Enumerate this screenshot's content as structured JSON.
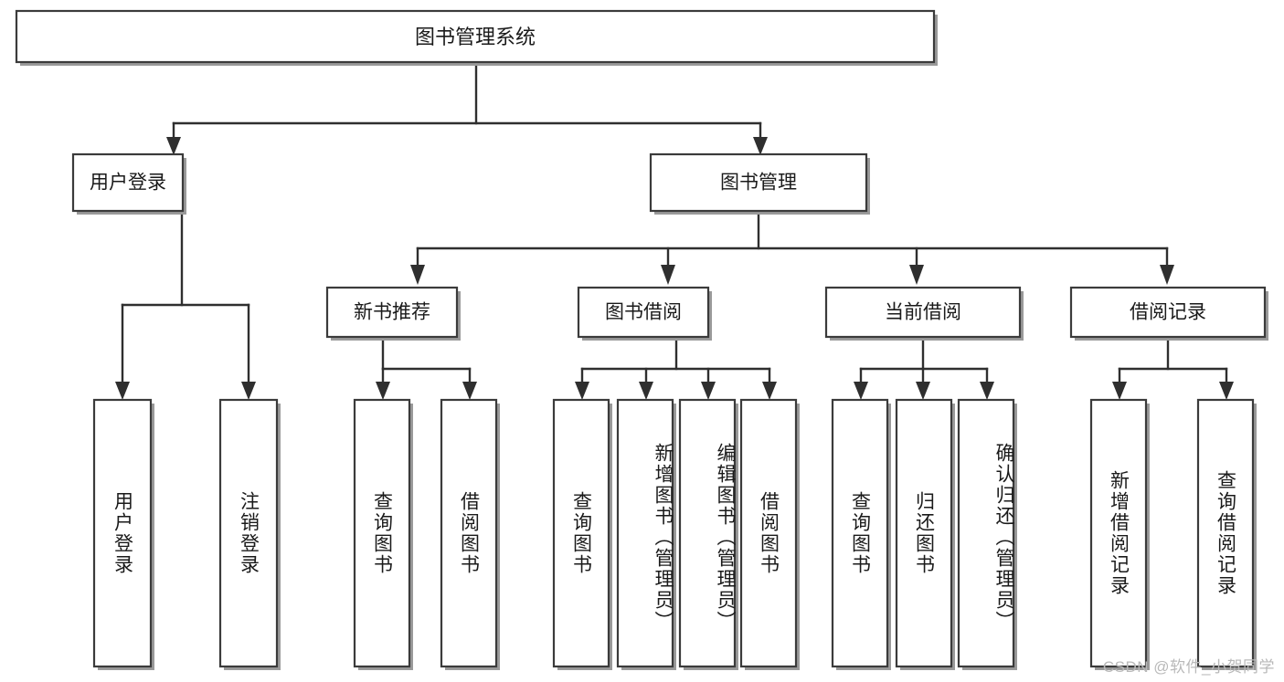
{
  "diagram": {
    "title": "图书管理系统",
    "type": "tree-hierarchy",
    "watermark": "CSDN @软件_小贺同学",
    "colors": {
      "box_stroke": "#3b3b3b",
      "box_fill": "#ffffff",
      "link": "#2f2f2f",
      "text": "#1a1a1a",
      "watermark": "#b9b9b9",
      "background": "#ffffff"
    },
    "root": {
      "label": "图书管理系统"
    },
    "level1": [
      {
        "label": "用户登录"
      },
      {
        "label": "图书管理"
      }
    ],
    "level2": [
      {
        "label": "新书推荐"
      },
      {
        "label": "图书借阅"
      },
      {
        "label": "当前借阅"
      },
      {
        "label": "借阅记录"
      }
    ],
    "leaves": {
      "user_login": [
        {
          "label": "用户登录"
        },
        {
          "label": "注销登录"
        }
      ],
      "new_book_recommend": [
        {
          "label": "查询图书"
        },
        {
          "label": "借阅图书"
        }
      ],
      "book_borrow": [
        {
          "label": "查询图书"
        },
        {
          "label": "新增图书（管理员）"
        },
        {
          "label": "编辑图书（管理员）"
        },
        {
          "label": "借阅图书"
        }
      ],
      "current_borrow": [
        {
          "label": "查询图书"
        },
        {
          "label": "归还图书"
        },
        {
          "label": "确认归还（管理员）"
        }
      ],
      "borrow_record": [
        {
          "label": "新增借阅记录"
        },
        {
          "label": "查询借阅记录"
        }
      ]
    }
  }
}
